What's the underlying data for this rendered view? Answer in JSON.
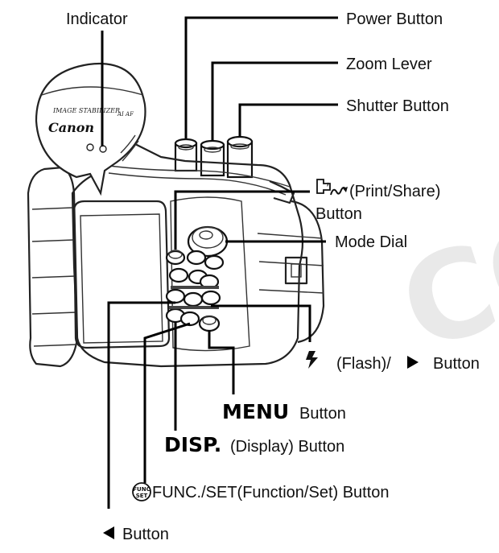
{
  "labels": {
    "indicator": "Indicator",
    "power_button": "Power Button",
    "zoom_lever": "Zoom Lever",
    "shutter_button": "Shutter Button",
    "print_share": "(Print/Share)",
    "print_share_button": "Button",
    "mode_dial": "Mode Dial",
    "flash_prefix": "(Flash)/",
    "flash_button": "Button",
    "menu_word": "MENU",
    "menu_button": "Button",
    "disp_word": "DISP.",
    "disp_button": "(Display) Button",
    "func_set": "FUNC./SET(Function/Set) Button",
    "left_button": "Button"
  },
  "camera_text": {
    "image_stabilizer": "IMAGE STABILIZER",
    "model_code": "AI AF",
    "brand": "Canon"
  },
  "watermark": "CO",
  "icons": {
    "print_share": "print-share-icon",
    "flash": "flash-icon",
    "right_arrow": "right-triangle-icon",
    "left_arrow": "left-triangle-icon",
    "func_set": "func-set-icon"
  }
}
